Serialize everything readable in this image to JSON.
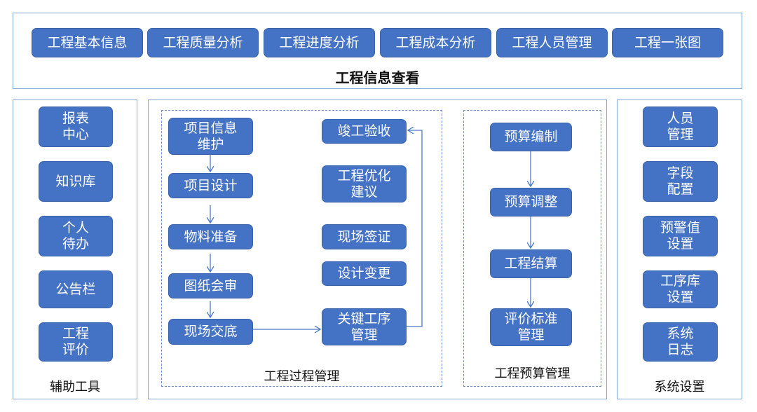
{
  "top": {
    "title": "工程信息查看",
    "buttons": [
      "工程基本信息",
      "工程质量分析",
      "工程进度分析",
      "工程成本分析",
      "工程人员管理",
      "工程一张图"
    ]
  },
  "aux": {
    "title": "辅助工具",
    "buttons": [
      "报表\n中心",
      "知识库",
      "个人\n待办",
      "公告栏",
      "工程\n评价"
    ]
  },
  "process": {
    "title": "工程过程管理",
    "left_flow": [
      "项目信息\n维护",
      "项目设计",
      "物料准备",
      "图纸会审",
      "现场交底"
    ],
    "right_col": [
      "竣工验收",
      "工程优化\n建议",
      "现场签证",
      "设计变更",
      "关键工序\n管理"
    ]
  },
  "budget": {
    "title": "工程预算管理",
    "flow": [
      "预算编制",
      "预算调整",
      "工程结算",
      "评价标准\n管理"
    ]
  },
  "system": {
    "title": "系统设置",
    "buttons": [
      "人员\n管理",
      "字段\n配置",
      "预警值\n设置",
      "工序库\n设置",
      "系统\n日志"
    ]
  },
  "colors": {
    "button": "#4472c4",
    "border": "#8aa8d6",
    "arrow": "#4a78c8"
  }
}
